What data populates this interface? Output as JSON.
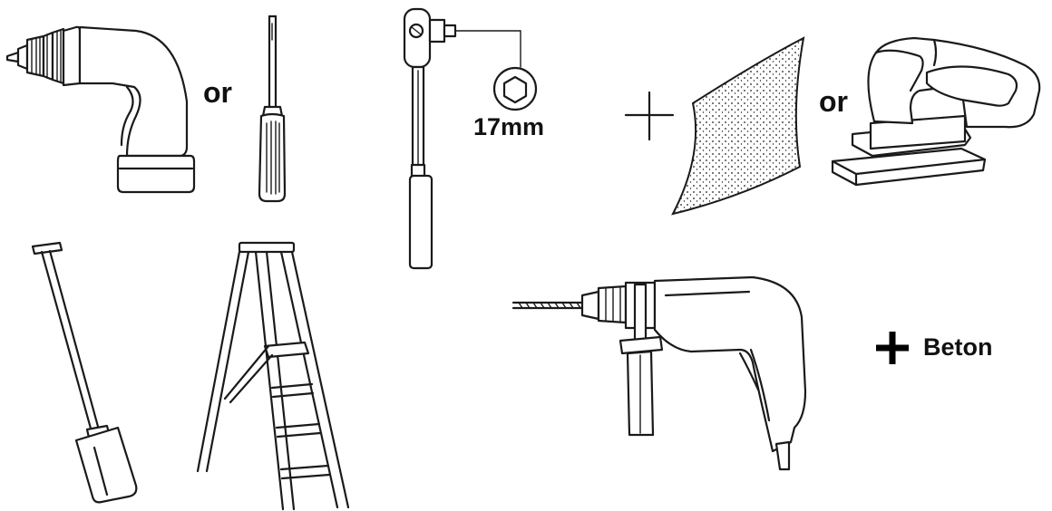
{
  "labels": {
    "or_between_drills": "or",
    "socket_size": "17mm",
    "or_between_sanders": "or",
    "beton": "Beton"
  },
  "colors": {
    "line": "#1a1a1a",
    "background": "#ffffff"
  },
  "icons": [
    "cordless-drill-icon",
    "screwdriver-icon",
    "ratchet-wrench-icon",
    "hex-socket-icon",
    "plus-icon",
    "sandpaper-icon",
    "orbital-sander-icon",
    "spade-icon",
    "step-ladder-icon",
    "hammer-drill-icon"
  ]
}
